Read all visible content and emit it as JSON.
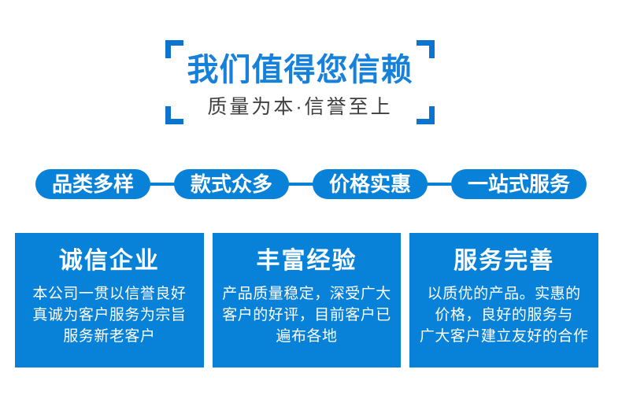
{
  "header": {
    "title": "我们值得您信赖",
    "subtitle": "质量为本·信誉至上"
  },
  "feature_pills": [
    {
      "label": "品类多样"
    },
    {
      "label": "款式众多"
    },
    {
      "label": "价格实惠"
    },
    {
      "label": "一站式服务"
    }
  ],
  "cards": [
    {
      "title": "诚信企业",
      "lines": [
        "本公司一贯以信誉良好",
        "真诚为客户服务为宗旨",
        "服务新老客户"
      ]
    },
    {
      "title": "丰富经验",
      "lines": [
        "产品质量稳定，深受广大",
        "客户的好评，目前客户已",
        "遍布各地"
      ]
    },
    {
      "title": "服务完善",
      "lines": [
        "以质优的产品。实惠的",
        "价格，良好的服务与",
        "广大客户建立友好的合作"
      ]
    }
  ],
  "colors": {
    "primary_blue": "#0882d8",
    "bracket_blue": "#0c73cf",
    "title_blue": "#1581da",
    "subtitle_gray": "#3f3f3f",
    "text_white": "#ffffff"
  }
}
